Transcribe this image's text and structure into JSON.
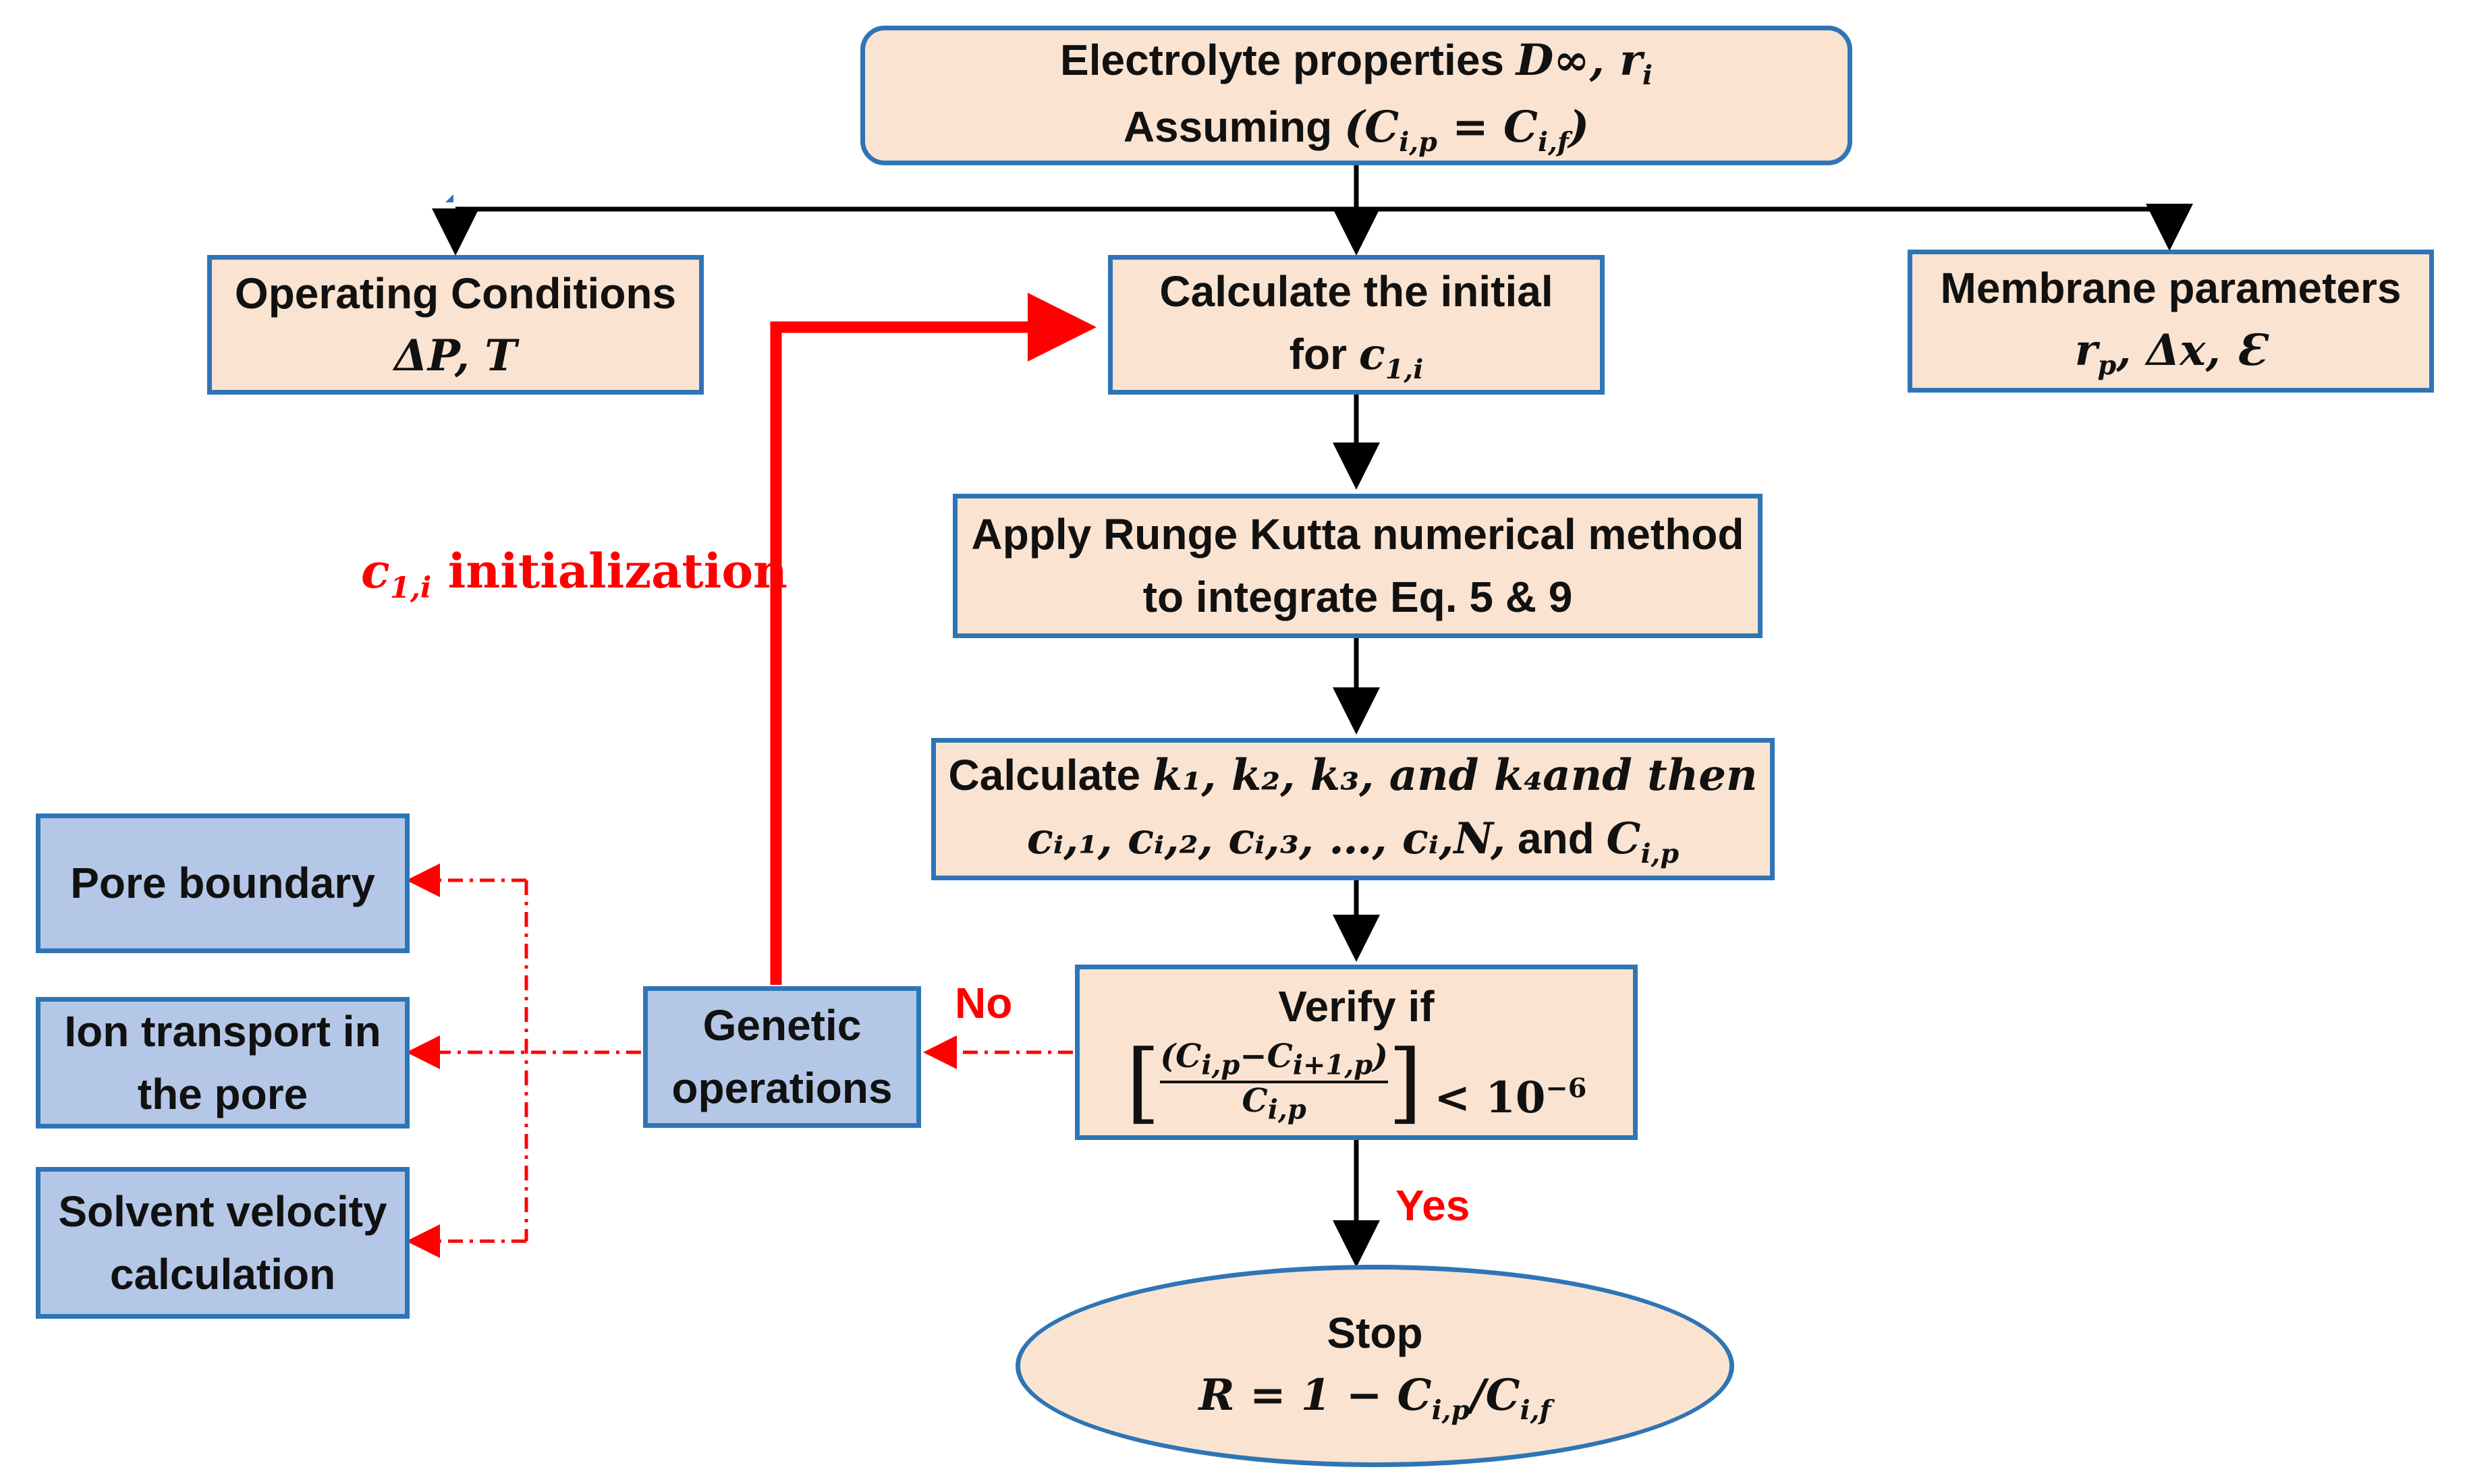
{
  "boxes": {
    "electrolyte": {
      "line1_text": "Electrolyte properties",
      "line1_math": "D∞, r",
      "line1_math_sub": "i",
      "line2_text": "Assuming",
      "line2_math": "(C",
      "line2_math_sub1": "i,p",
      "line2_math_mid": " = C",
      "line2_math_sub2": "i,f",
      "line2_math_end": ")"
    },
    "operating": {
      "line1": "Operating Conditions",
      "line2": "ΔP, T"
    },
    "calculate_initial": {
      "line1": "Calculate the initial",
      "line2_text": "for",
      "line2_math": "c",
      "line2_math_sub": "1,i"
    },
    "membrane": {
      "line1": "Membrane parameters",
      "line2_math": "r",
      "line2_math_sub": "p",
      "line2_rest": ", Δx, Ɛ"
    },
    "runge_kutta": {
      "line1": "Apply Runge Kutta numerical method",
      "line2": "to integrate Eq. 5 & 9"
    },
    "calculate_k": {
      "line1_text": "Calculate",
      "line1_math": "k₁, k₂, k₃, and k₄and then",
      "line2_math": "cᵢ,₁, cᵢ,₂, cᵢ,₃, …, cᵢ,N,",
      "line2_text": "and",
      "line2_math_end": "C",
      "line2_math_end_sub": "i,p"
    },
    "verify": {
      "line1": "Verify if",
      "numerator": "(C",
      "numerator_sub1": "i,p",
      "numerator_mid": "−C",
      "numerator_sub2": "i+1,p",
      "numerator_end": ")",
      "denominator": "C",
      "denominator_sub": "i,p",
      "comparison": "< 10",
      "exponent": "−6"
    },
    "stop": {
      "line1": "Stop",
      "formula_start": "R = 1 − C",
      "formula_sub1": "i,p",
      "formula_mid": "/C",
      "formula_sub2": "i,f"
    },
    "genetic": {
      "line1": "Genetic",
      "line2": "operations"
    },
    "pore_boundary": {
      "line1": "Pore boundary"
    },
    "ion_transport": {
      "line1": "Ion transport in",
      "line2": "the pore"
    },
    "solvent_velocity": {
      "line1": "Solvent velocity",
      "line2": "calculation"
    }
  },
  "labels": {
    "no": "No",
    "yes": "Yes",
    "init_math": "c",
    "init_math_sub": "1,i",
    "init_text": "initialization"
  },
  "colors": {
    "box_fill_tan": "#fae3d0",
    "box_fill_blue": "#b4c7e7",
    "box_border": "#2e75b6",
    "arrow_black": "#000000",
    "arrow_red": "#ff0000",
    "text": "#111111"
  }
}
